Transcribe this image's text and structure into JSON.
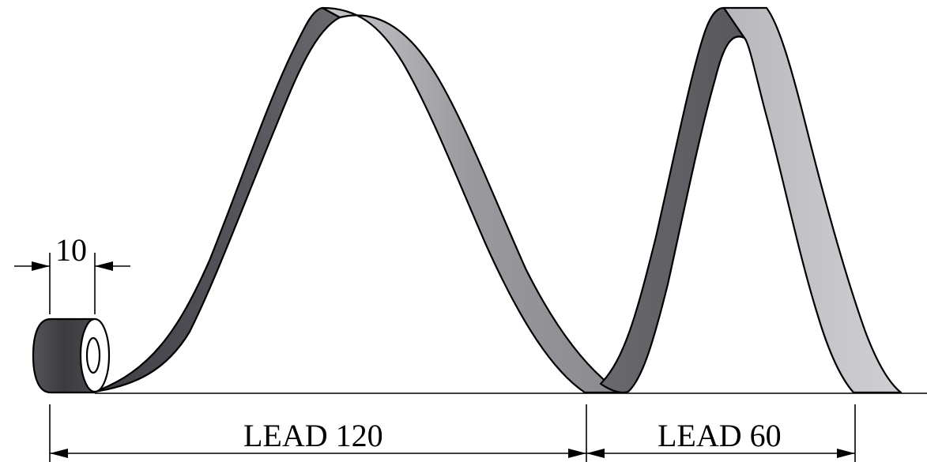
{
  "dimensions": {
    "width_label": "10",
    "lead_first_label": "LEAD 120",
    "lead_second_label": "LEAD 60"
  },
  "colors": {
    "dark_face": "#56555b",
    "light_face": "#a8a7ac",
    "outline": "#000000",
    "background": "#ffffff"
  }
}
